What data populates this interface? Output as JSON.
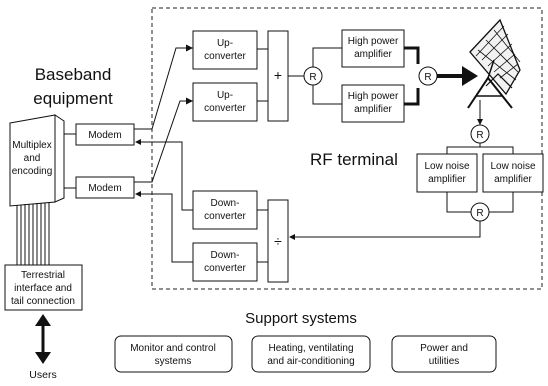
{
  "diagram": {
    "baseband_title": [
      "Baseband",
      "equipment"
    ],
    "rf_terminal": "RF terminal",
    "support_systems": "Support systems",
    "users": "Users",
    "multiplex": [
      "Multiplex",
      "and",
      "encoding"
    ],
    "modem_top": "Modem",
    "modem_bottom": "Modem",
    "terrestrial": [
      "Terrestrial",
      "interface and",
      "tail connection"
    ],
    "upconverter_1": [
      "Up-",
      "converter"
    ],
    "upconverter_2": [
      "Up-",
      "converter"
    ],
    "downconverter_1": [
      "Down-",
      "converter"
    ],
    "downconverter_2": [
      "Down-",
      "converter"
    ],
    "combiner": "+",
    "divider": "÷",
    "switch_label": "R",
    "hpa_1": [
      "High power",
      "amplifier"
    ],
    "hpa_2": [
      "High power",
      "amplifier"
    ],
    "lna_1": [
      "Low noise",
      "amplifier"
    ],
    "lna_2": [
      "Low noise",
      "amplifier"
    ],
    "support_1": [
      "Monitor and control",
      "systems"
    ],
    "support_2": [
      "Heating, ventilating",
      "and air-conditioning"
    ],
    "support_3": [
      "Power and",
      "utilities"
    ]
  }
}
